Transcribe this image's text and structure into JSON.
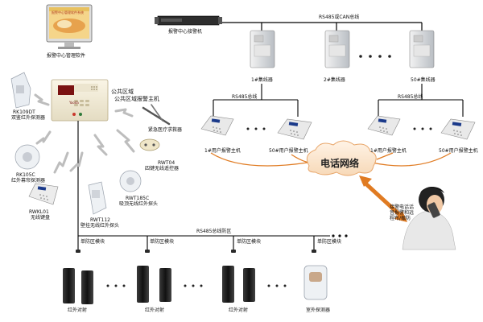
{
  "top": {
    "monitor_screen_text": "报警中心管理软件系统",
    "management_software": "报警中心管理软件",
    "alarm_receiver": "报警中心接警机",
    "can_bus": "RS485或CAN总线"
  },
  "concentrators": [
    {
      "label": "1#集线器"
    },
    {
      "label": "2#集线器"
    },
    {
      "label": "50#集线器"
    }
  ],
  "rs485_bus_left": "RS485总线",
  "rs485_bus_right": "RS485总线",
  "user_hosts": {
    "left_a": "1#用户报警主机",
    "left_b": "50#用户报警主机",
    "right_a": "1#用户报警主机",
    "right_b": "50#用户报警主机"
  },
  "phone_network": "电话网络",
  "public_host": "公共区域报警主机",
  "panel_brand": "Yaoda",
  "devices": {
    "rk109dt_model": "RK109DT",
    "rk109dt_name": "双鉴红外探测器",
    "emergency_button": "紧急医疗求救器",
    "rwt04_model": "RWT04",
    "rwt04_name": "四键无线遥控器",
    "rk105c_model": "RK105C",
    "rk105c_name": "红外幕帘探测器",
    "rwkl01_model": "RWKL01",
    "rwkl01_name": "无线键盘",
    "rwt112_model": "RWT112",
    "rwt112_name": "壁挂无线红外探头",
    "rwt185c_model": "RWT185C",
    "rwt185c_name": "吸顶无线红外探头"
  },
  "rs485_zone_bus": "RS485总线防区",
  "zone_modules": [
    "单防区模块",
    "单防区模块",
    "单防区模块",
    "单防区模块"
  ],
  "bottom_devices": [
    "红外对射",
    "红外对射",
    "红外对射",
    "室外探测器"
  ],
  "operator_note": [
    "接警电话话",
    "音报警和远",
    "程布/撤防"
  ],
  "colors": {
    "bus_line": "#000000",
    "phone_line": "#e07b22",
    "cloud_fill": "#fbe8d4",
    "cloud_stroke": "#e8a66a",
    "arrow_gray": "#bdbdbd"
  }
}
